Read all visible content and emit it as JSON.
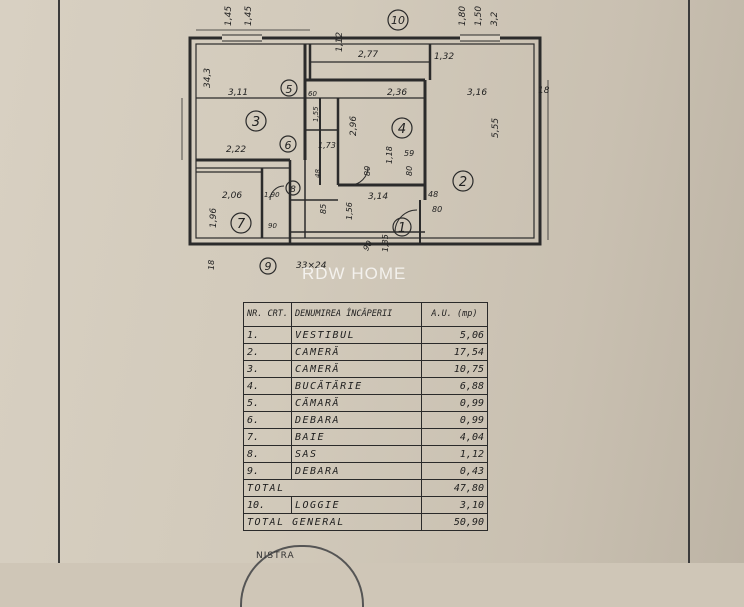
{
  "watermark": "RDW HOME",
  "plan": {
    "room_numbers": [
      "1",
      "2",
      "3",
      "4",
      "5",
      "6",
      "7",
      "8",
      "9",
      "10"
    ],
    "dimensions": [
      "1,45",
      "1,45",
      "1,80",
      "1,50",
      "3,2",
      "2,77",
      "1,12",
      "1,32",
      "34,3",
      "3,11",
      "2,36",
      "3,16",
      "18",
      "5,55",
      "60",
      "1,55",
      "1,73",
      "2,96",
      "2,22",
      "59",
      "1,18",
      "80",
      "80",
      "3,14",
      "48",
      "48",
      "2,06",
      "1,90",
      "1,96",
      "85",
      "1,56",
      "90",
      "1,35",
      "80",
      "18",
      "33×24",
      "90"
    ]
  },
  "table": {
    "headers": [
      "NR. CRT.",
      "DENUMIREA ÎNCĂPERII",
      "A.U. (mp)"
    ],
    "rows": [
      {
        "nr": "1.",
        "name": "VESTIBUL",
        "area": "5,06"
      },
      {
        "nr": "2.",
        "name": "CAMERĂ",
        "area": "17,54"
      },
      {
        "nr": "3.",
        "name": "CAMERĂ",
        "area": "10,75"
      },
      {
        "nr": "4.",
        "name": "BUCĂTĂRIE",
        "area": "6,88"
      },
      {
        "nr": "5.",
        "name": "CĂMARĂ",
        "area": "0,99"
      },
      {
        "nr": "6.",
        "name": "DEBARA",
        "area": "0,99"
      },
      {
        "nr": "7.",
        "name": "BAIE",
        "area": "4,04"
      },
      {
        "nr": "8.",
        "name": "SAS",
        "area": "1,12"
      },
      {
        "nr": "9.",
        "name": "DEBARA",
        "area": "0,43"
      }
    ],
    "total_label": "TOTAL",
    "total_value": "47,80",
    "loggia": {
      "nr": "10.",
      "name": "LOGGIE",
      "area": "3,10"
    },
    "grand_total_label": "TOTAL GENERAL",
    "grand_total_value": "50,90"
  },
  "stamp_text": "NISTRA"
}
